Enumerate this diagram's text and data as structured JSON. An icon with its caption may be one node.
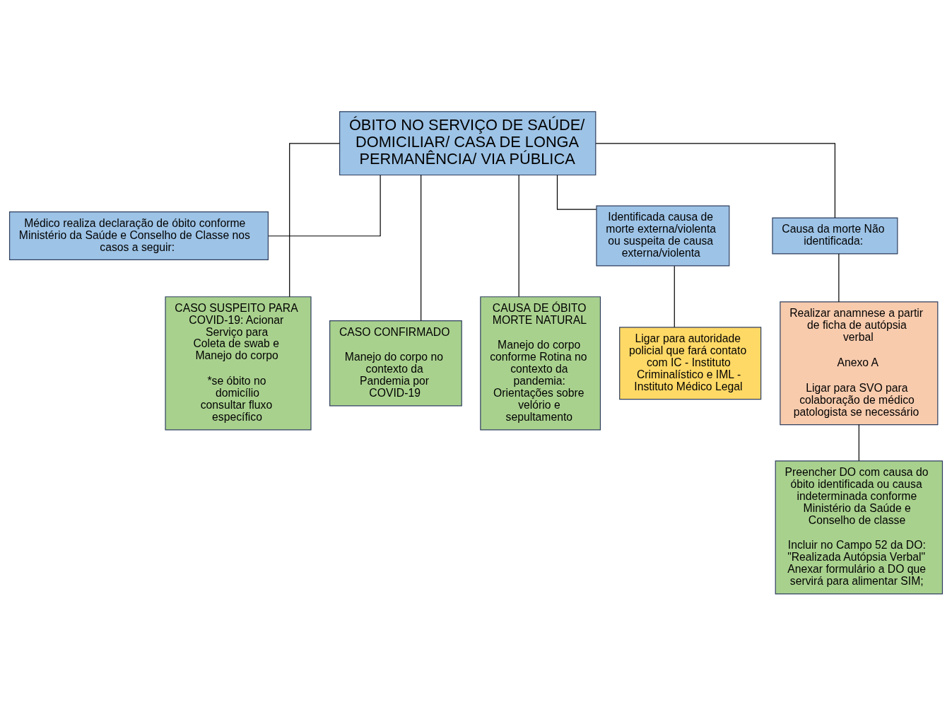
{
  "diagram": {
    "nodes": [
      {
        "text": [
          "ÓBITO NO SERVIÇO DE SAÚDE/ DOMICILIAR/ CASA DE LONGA PERMANÊNCIA/ VIA PÚBLICA"
        ]
      },
      {
        "text": [
          "Médico realiza declaração de óbito conforme Ministério da Saúde e Conselho de Classe nos casos a seguir:"
        ]
      },
      {
        "text": [
          "CASO SUSPEITO PARA COVID-19: Acionar Serviço para Coleta de swab e Manejo do corpo",
          "*se óbito no domicílio consultar fluxo específico"
        ]
      },
      {
        "text": [
          "CASO CONFIRMADO",
          "Manejo do corpo no contexto da Pandemia por COVID-19"
        ]
      },
      {
        "text": [
          "CAUSA DE ÓBITO MORTE NATURAL",
          "Manejo do corpo conforme Rotina no contexto da pandemia: Orientações sobre velório e sepultamento"
        ]
      },
      {
        "text": [
          "Identificada causa de morte externa/violenta ou suspeita de causa externa/violenta"
        ]
      },
      {
        "text": [
          "Causa da morte Não identificada:"
        ]
      },
      {
        "text": [
          "Ligar para autoridade policial que fará contato com IC - Instituto Criminalístico e IML - Instituto Médico Legal"
        ]
      },
      {
        "text": [
          "Realizar anamnese a partir de ficha de autópsia verbal",
          "Anexo A",
          "Ligar para SVO para colaboração de médico patologista se necessário"
        ]
      },
      {
        "text": [
          "Preencher DO com causa do óbito identificada ou causa indeterminada conforme Ministério da Saúde e Conselho de classe",
          "Incluir no Campo 52 da DO: \"Realizada Autópsia Verbal\" Anexar formulário a DO que servirá para alimentar SIM;"
        ]
      }
    ],
    "edges": [
      {
        "from": 0,
        "to": 1,
        "arrow": "none"
      },
      {
        "from": 0,
        "to": 2,
        "arrow": "none"
      },
      {
        "from": 0,
        "to": 3,
        "arrow": "none"
      },
      {
        "from": 0,
        "to": 4,
        "arrow": "none"
      },
      {
        "from": 0,
        "to": 5,
        "arrow": "none"
      },
      {
        "from": 0,
        "to": 6,
        "arrow": "none"
      },
      {
        "from": 5,
        "to": 7,
        "arrow": "none"
      },
      {
        "from": 6,
        "to": 8,
        "arrow": "none"
      },
      {
        "from": 8,
        "to": 9,
        "arrow": "none"
      }
    ]
  }
}
